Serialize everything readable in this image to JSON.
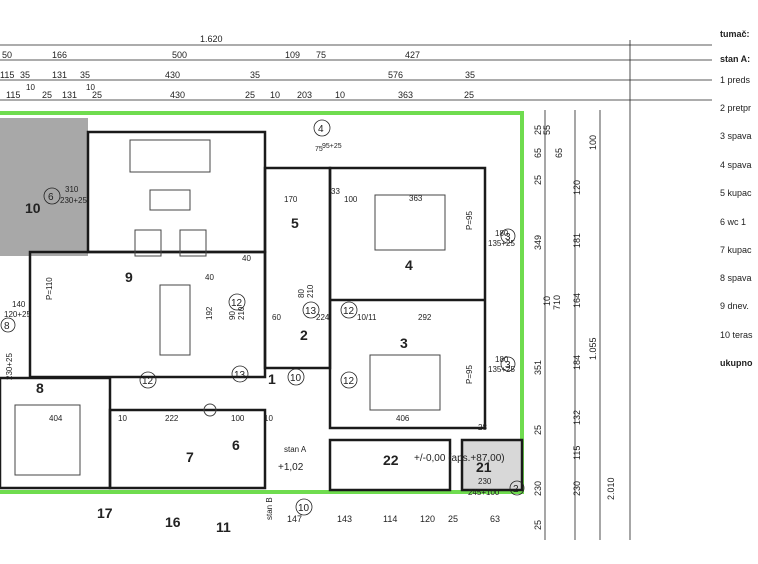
{
  "dims": {
    "total": "1.620",
    "row1": [
      "50",
      "166",
      "500",
      "109",
      "75",
      "427"
    ],
    "row2": [
      "115",
      "35",
      "131",
      "35",
      "430",
      "35",
      "576",
      "35"
    ],
    "row3": [
      "115",
      "25",
      "131",
      "25",
      "430",
      "25",
      "10",
      "203",
      "10",
      "363",
      "25"
    ],
    "row2_small": [
      "10",
      "10"
    ],
    "right_col1": [
      "25",
      "65",
      "55",
      "65",
      "25",
      "349",
      "351",
      "25",
      "230",
      "25"
    ],
    "right_col2": [
      "100",
      "120",
      "181",
      "164",
      "184",
      "132",
      "115",
      "230"
    ],
    "right_col3": [
      "710",
      "1.055",
      "2.010"
    ],
    "right_mid": [
      "10"
    ],
    "bottom": [
      "147",
      "143",
      "114",
      "120",
      "25",
      "63"
    ]
  },
  "rooms": {
    "r10": "10",
    "r9": "9",
    "r8": "8",
    "r4": "4",
    "r3": "3",
    "r5": "5",
    "r2": "2",
    "r1": "1",
    "r7": "7",
    "r6": "6",
    "r22": "22",
    "r21": "21",
    "r17": "17",
    "r16": "16",
    "r11": "11"
  },
  "callouts": {
    "c6": "6",
    "c6_dim": "310",
    "c6_dim2": "230+25",
    "c4": "4",
    "c4_dim": "75",
    "c4_dim2": "95+25",
    "c3a": "3",
    "c3b": "3",
    "c2": "2",
    "c8": "8",
    "c12a": "12",
    "c12b": "12",
    "c12c": "12",
    "c12d": "12",
    "c13a": "13",
    "c13b": "13",
    "c10a": "10",
    "c10b": "10"
  },
  "labels": {
    "win_4": "180",
    "win_4b": "135+25",
    "win_3": "180",
    "win_3b": "135+25",
    "bed_4": "363",
    "bed_3": "406",
    "p95a": "P=95",
    "p95b": "P=95",
    "d292": "292",
    "d224": "224",
    "d170": "170",
    "d222": "222",
    "d404": "404",
    "d100a": "100",
    "d100b": "100",
    "d60": "60",
    "d40a": "40",
    "d40b": "40",
    "d33": "33",
    "d10a": "10",
    "d10b": "10",
    "d28": "28",
    "d140": "140",
    "d120_25": "120+25",
    "d230_25": "230+25",
    "d90_210a": "90",
    "d90_210b": "210",
    "d80_210a": "80",
    "d80_210b": "210",
    "kitchen_a": "P=110",
    "d192": "192",
    "stan_a": "stan A",
    "stan_b": "stan B",
    "level": "+1,02",
    "level2": "+/-0,00 (aps.+87,00)",
    "d21_230": "230",
    "d21_245": "245+100",
    "d1011": "10/11",
    "d17": "17"
  },
  "legend": {
    "title": "tumač:",
    "stan": "stan A:",
    "items": [
      "1  preds",
      "2  pretpr",
      "3  spava",
      "4  spava",
      "5  kupac",
      "6  wc  1",
      "7  kupac",
      "8  spava",
      "9  dnev.",
      "10  teras"
    ],
    "total": "ukupno"
  },
  "colors": {
    "green": "#6fdc4f",
    "gray_terrace": "#a8a8a8",
    "line": "#1a1a1a"
  }
}
